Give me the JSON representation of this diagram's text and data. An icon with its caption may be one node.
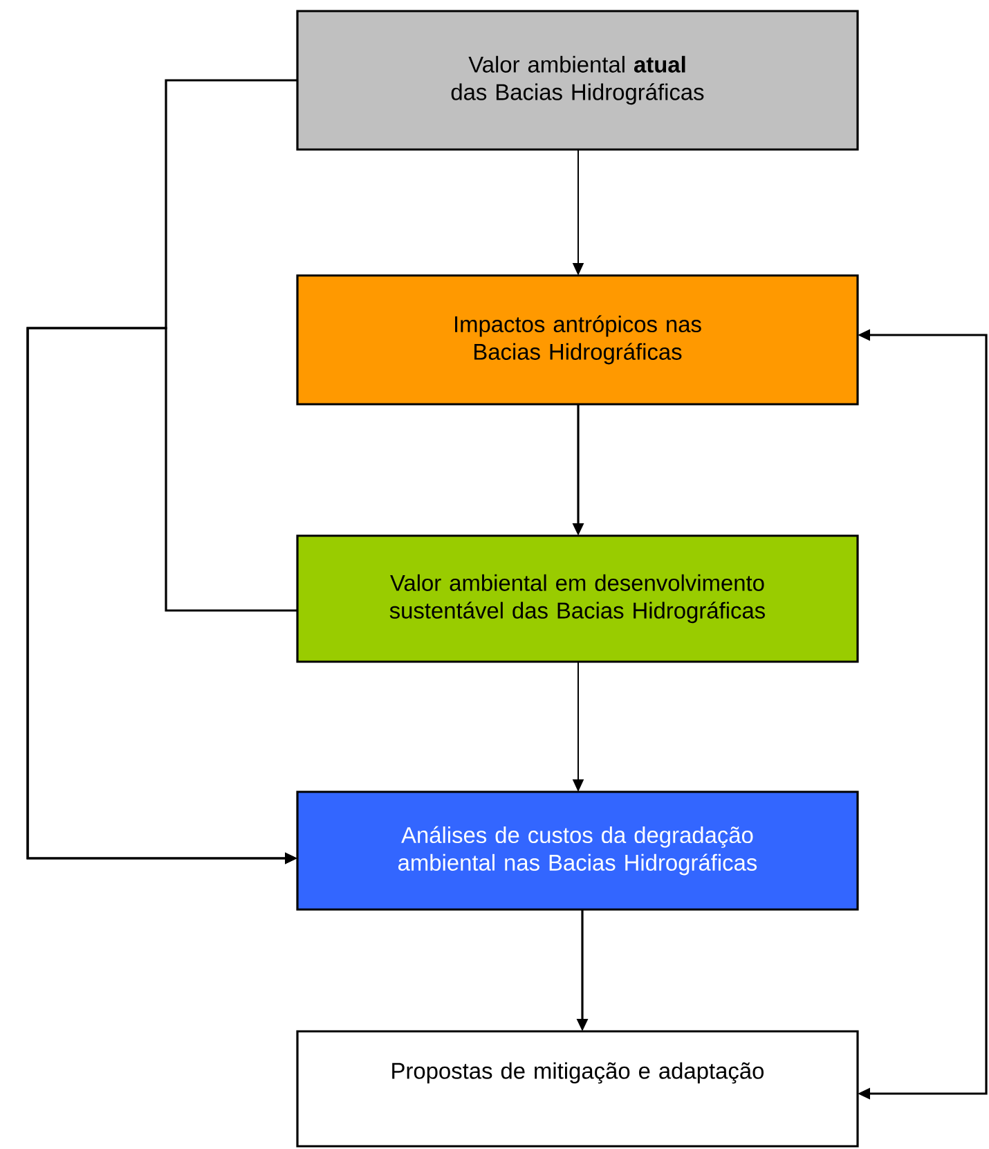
{
  "diagram": {
    "nodes": [
      {
        "text": [
          "Valor ambiental **atual** das Bacias Hidrográficas"
        ]
      },
      {
        "text": [
          "Impactos antrópicos nas Bacias Hidrográficas"
        ]
      },
      {
        "text": [
          "Valor ambiental em desenvolvimento sustentável das Bacias Hidrográficas"
        ]
      },
      {
        "text": [
          "Análises de custos da degradação ambiental nas Bacias Hidrográficas"
        ]
      },
      {
        "text": [
          "Propostas de mitigação e adaptação"
        ]
      }
    ],
    "edges": [
      {
        "from": 0,
        "to": 1,
        "arrow": "to"
      },
      {
        "from": 1,
        "to": 2,
        "arrow": "to"
      },
      {
        "from": 2,
        "to": 3,
        "arrow": "to"
      },
      {
        "from": 3,
        "to": 4,
        "arrow": "to"
      },
      {
        "from": 0,
        "to": 3,
        "arrow": "to"
      },
      {
        "from": 2,
        "to": 3,
        "arrow": "to"
      },
      {
        "from": 4,
        "to": 1,
        "arrow": "both"
      }
    ]
  }
}
